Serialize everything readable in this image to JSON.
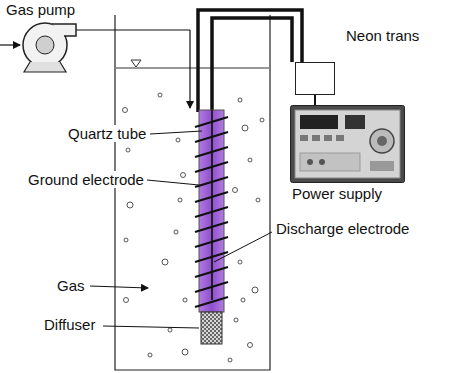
{
  "diagram": {
    "nodes": [
      {
        "text": [
          "Gas pump"
        ]
      },
      {
        "text": [
          "Neon trans"
        ]
      },
      {
        "text": [
          "Power supply"
        ]
      }
    ],
    "edges": [
      {
        "from": 1,
        "to": 2,
        "arrow": "none"
      }
    ],
    "labels": [
      "Quartz tube",
      "Ground electrode",
      "Discharge electrode",
      "Gas",
      "Diffuser"
    ]
  }
}
